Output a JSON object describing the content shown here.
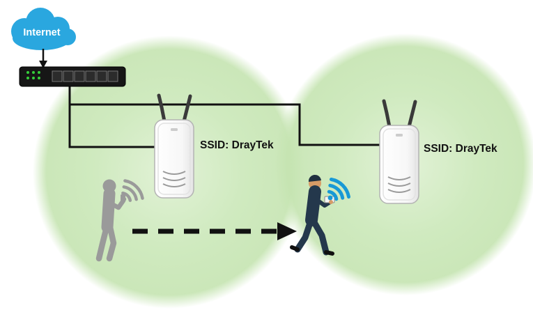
{
  "diagram": {
    "internet": {
      "label": "Internet"
    },
    "access_points": [
      {
        "ssid_label": "SSID: DrayTek"
      },
      {
        "ssid_label": "SSID: DrayTek"
      }
    ],
    "meaning": {
      "scene": "wifi-roaming-between-two-access-points"
    }
  },
  "colors": {
    "cloud_blue": "#2aa7df",
    "coverage_green": "#cde9bc",
    "wifi_active_blue": "#1899d6",
    "silhouette_gray": "#9a9a9a",
    "line_black": "#111111"
  },
  "icons": {
    "internet_cloud": "cloud-shape",
    "router": "black-box-with-ports",
    "access_point": "white-device-two-antennas",
    "wifi_signal": "three-arcs-with-dot",
    "roaming_arrow": "dashed-right-arrow"
  }
}
